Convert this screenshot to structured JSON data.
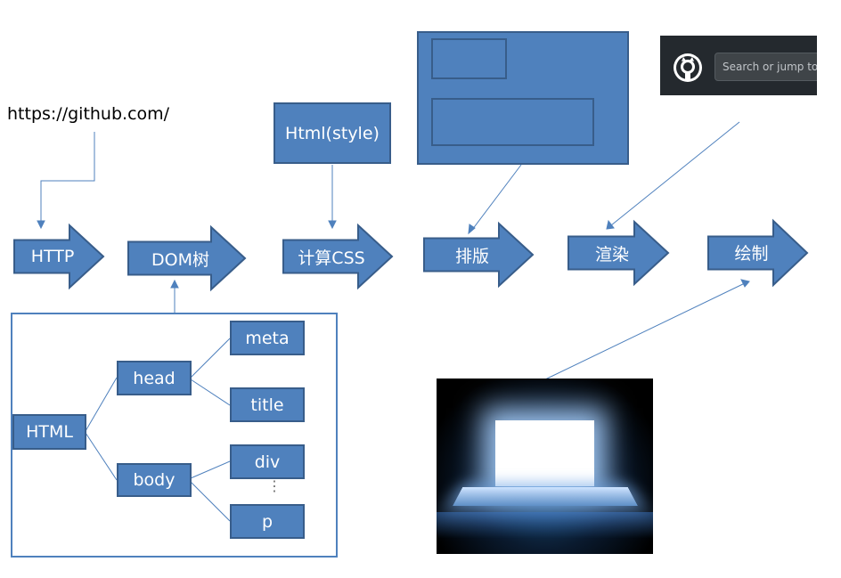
{
  "url_text": "https://github.com/",
  "pipeline": [
    {
      "id": "http",
      "label": "HTTP"
    },
    {
      "id": "dom",
      "label": "DOM树"
    },
    {
      "id": "css",
      "label": "计算CSS"
    },
    {
      "id": "layout",
      "label": "排版"
    },
    {
      "id": "render",
      "label": "渲染"
    },
    {
      "id": "paint",
      "label": "绘制"
    }
  ],
  "style_box": {
    "label": "Html(style)"
  },
  "dom_tree": {
    "root": "HTML",
    "head": "head",
    "body": "body",
    "meta": "meta",
    "title": "title",
    "div": "div",
    "p": "p",
    "ellipsis": "⋮"
  },
  "github_bar": {
    "search_text": "Search or jump to..."
  },
  "colors": {
    "fill": "#4f81bd",
    "stroke": "#385d8a",
    "connector": "#4f81bd"
  }
}
